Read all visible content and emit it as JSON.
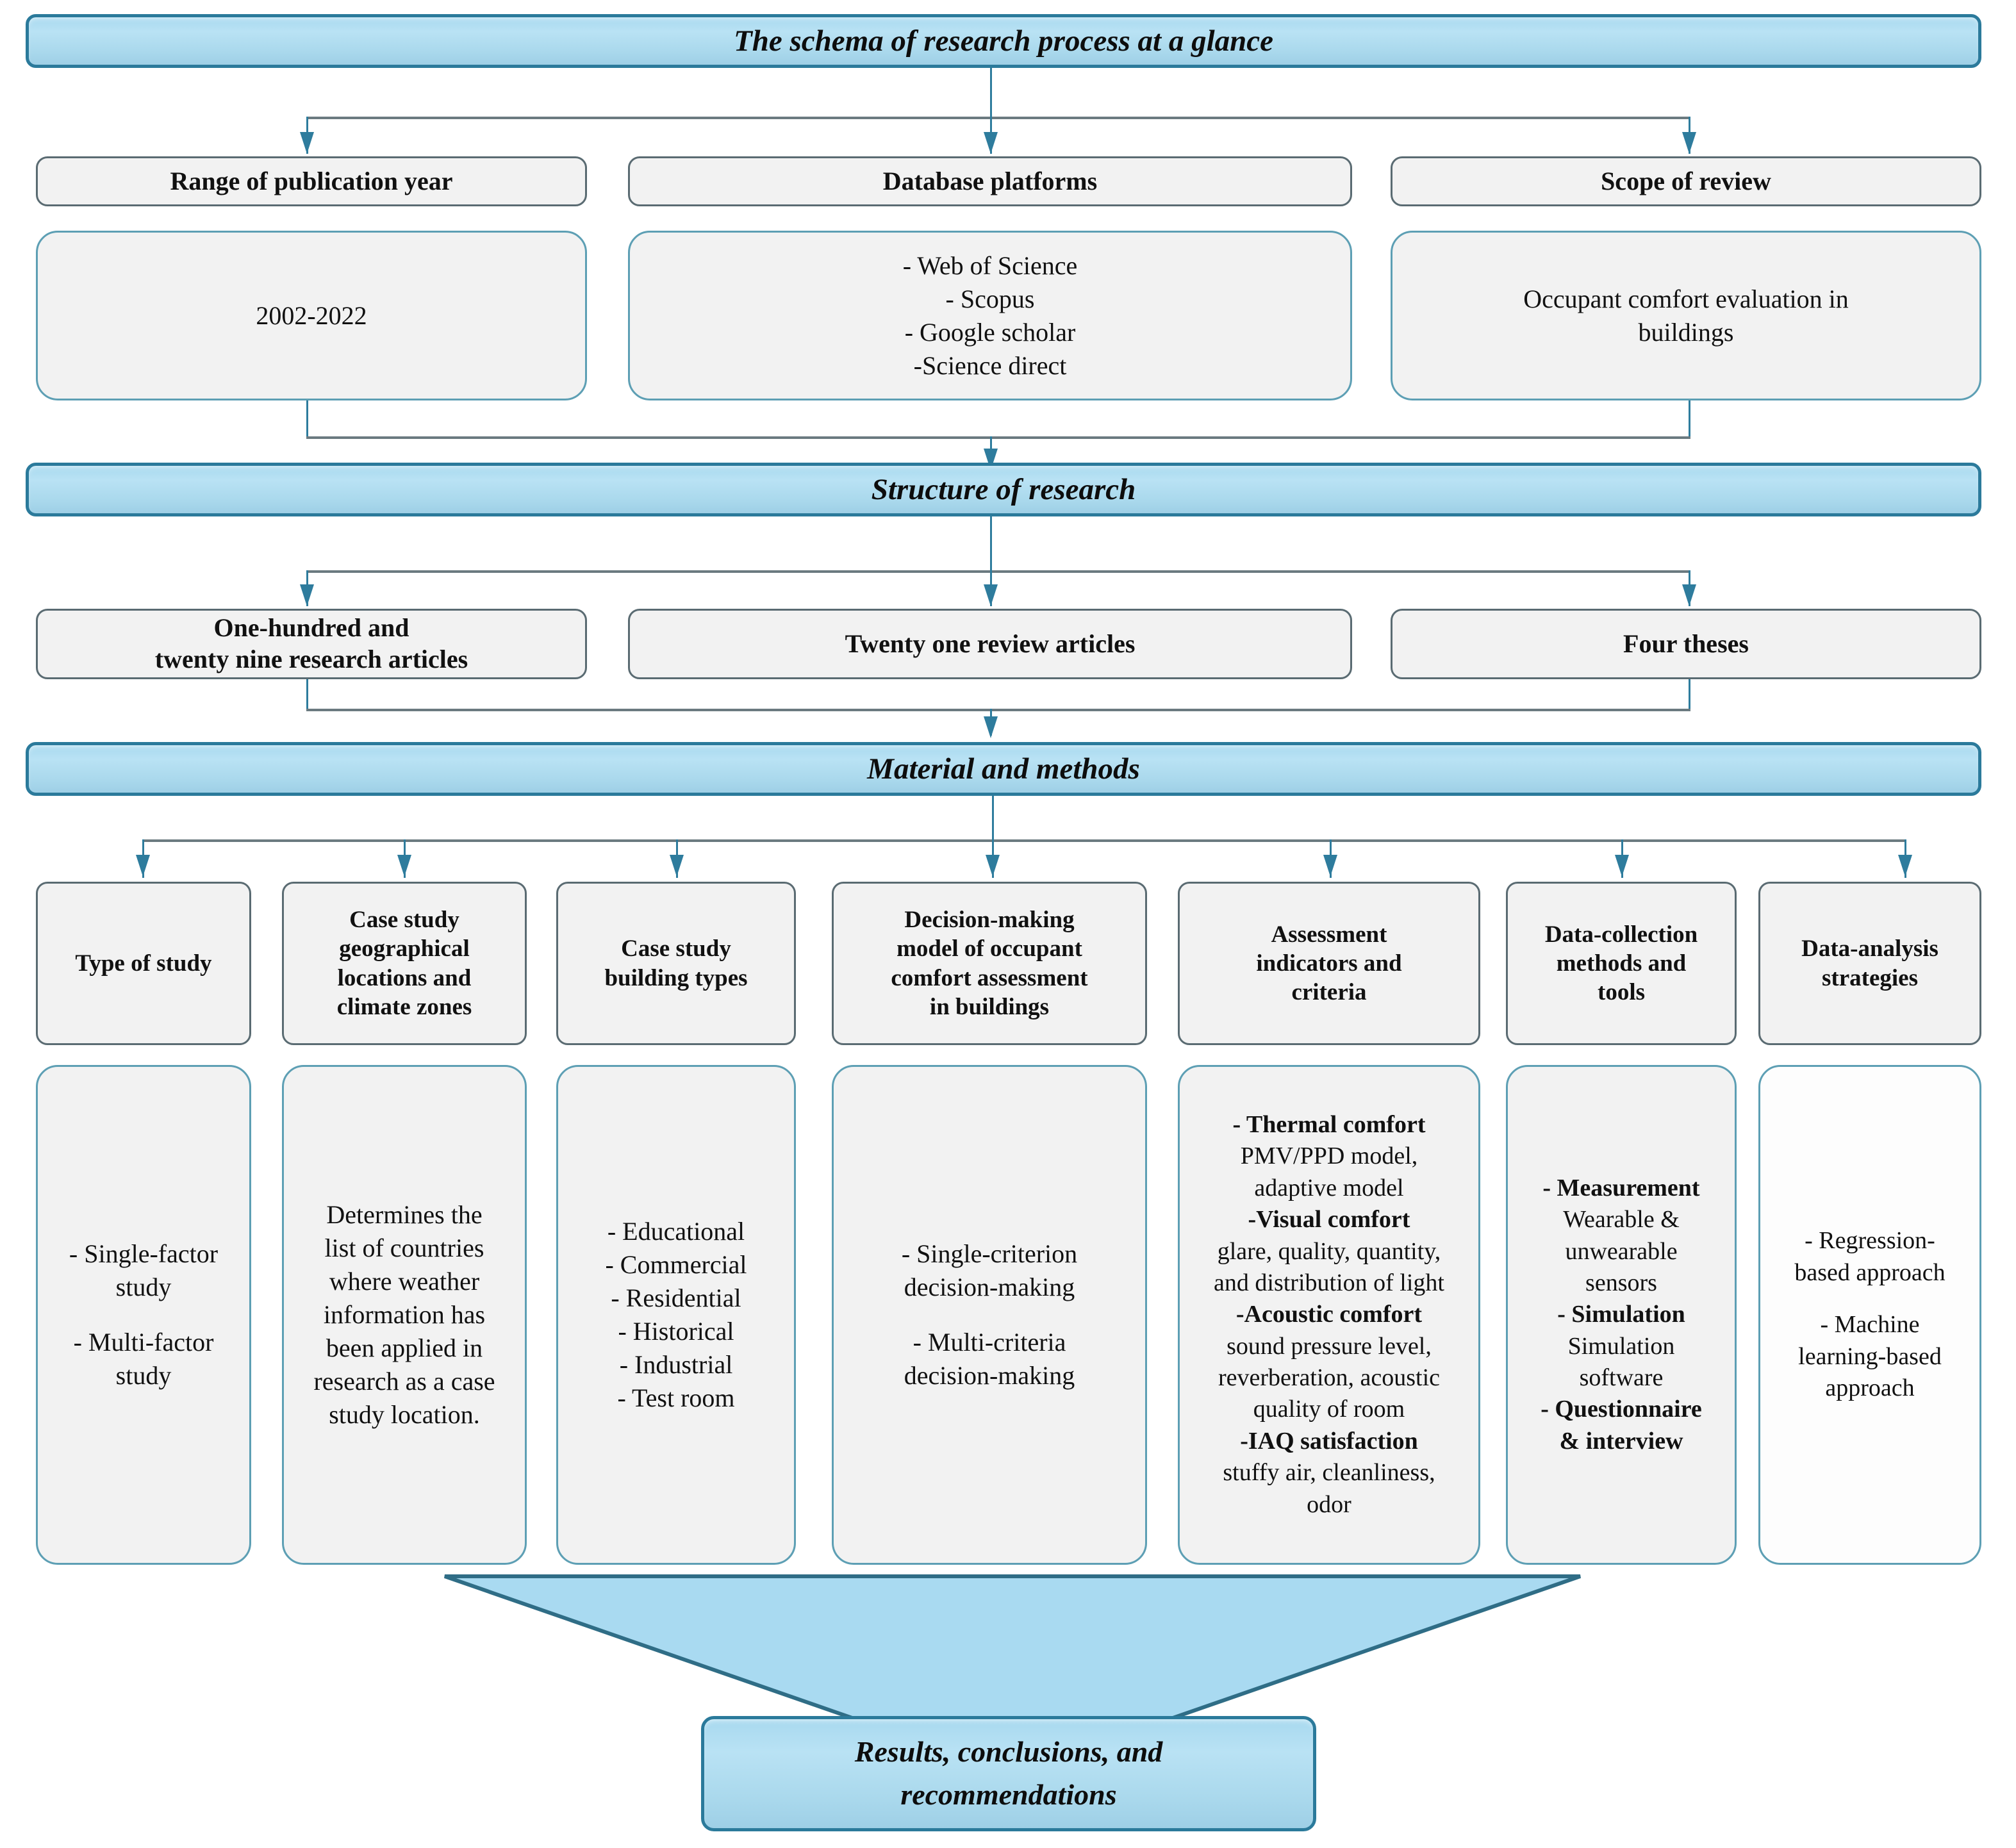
{
  "diagram": {
    "title": "The schema of research process at a glance",
    "colors": {
      "header_fill": "#a8d9ef",
      "header_border": "#2b7a9b",
      "box_fill": "#f2f2f2",
      "box_border": "#5d9fb4",
      "connector": "#2e7c9d"
    }
  },
  "level1": {
    "banner": "The schema of research process at a glance",
    "columns": [
      {
        "head": "Range of publication year",
        "body_lines": [
          "2002-2022"
        ]
      },
      {
        "head": "Database platforms",
        "body_lines": [
          "- Web of Science",
          "- Scopus",
          "- Google scholar",
          "-Science direct"
        ]
      },
      {
        "head": "Scope of review",
        "body_lines": [
          "Occupant comfort evaluation in",
          "buildings"
        ]
      }
    ]
  },
  "level2": {
    "banner": "Structure of research",
    "columns": [
      {
        "head_lines": [
          "One-hundred and",
          "twenty nine research articles"
        ]
      },
      {
        "head_lines": [
          "Twenty one review articles"
        ]
      },
      {
        "head_lines": [
          "Four theses"
        ]
      }
    ]
  },
  "level3": {
    "banner": "Material and methods",
    "columns": [
      {
        "head_lines": [
          "Type of study"
        ],
        "body": [
          {
            "bold": false,
            "text": "- Single-factor"
          },
          {
            "bold": false,
            "text": "study"
          },
          {
            "gap": true
          },
          {
            "bold": false,
            "text": "- Multi-factor"
          },
          {
            "bold": false,
            "text": "study"
          }
        ]
      },
      {
        "head_lines": [
          "Case study",
          "geographical",
          "locations and",
          "climate zones"
        ],
        "body": [
          {
            "bold": false,
            "text": "Determines the"
          },
          {
            "bold": false,
            "text": "list of countries"
          },
          {
            "bold": false,
            "text": "where weather"
          },
          {
            "bold": false,
            "text": "information has"
          },
          {
            "bold": false,
            "text": "been applied in"
          },
          {
            "bold": false,
            "text": "research as a case"
          },
          {
            "bold": false,
            "text": "study location."
          }
        ]
      },
      {
        "head_lines": [
          "Case study",
          "building types"
        ],
        "body": [
          {
            "bold": false,
            "text": "- Educational"
          },
          {
            "bold": false,
            "text": "- Commercial"
          },
          {
            "bold": false,
            "text": "- Residential"
          },
          {
            "bold": false,
            "text": "- Historical"
          },
          {
            "bold": false,
            "text": "- Industrial"
          },
          {
            "bold": false,
            "text": "- Test room"
          }
        ]
      },
      {
        "head_lines": [
          "Decision-making",
          "model of occupant",
          "comfort assessment",
          "in buildings"
        ],
        "body": [
          {
            "bold": false,
            "text": "- Single-criterion"
          },
          {
            "bold": false,
            "text": "decision-making"
          },
          {
            "gap": true
          },
          {
            "bold": false,
            "text": "- Multi-criteria"
          },
          {
            "bold": false,
            "text": "decision-making"
          }
        ]
      },
      {
        "head_lines": [
          "Assessment",
          "indicators and",
          "criteria"
        ],
        "body": [
          {
            "bold": true,
            "text": "- Thermal comfort"
          },
          {
            "bold": false,
            "text": "PMV/PPD model,"
          },
          {
            "bold": false,
            "text": "adaptive model"
          },
          {
            "bold": true,
            "text": "-Visual comfort"
          },
          {
            "bold": false,
            "text": "glare, quality, quantity,"
          },
          {
            "bold": false,
            "text": "and distribution of light"
          },
          {
            "bold": true,
            "text": "-Acoustic comfort"
          },
          {
            "bold": false,
            "text": "sound pressure level,"
          },
          {
            "bold": false,
            "text": "reverberation, acoustic"
          },
          {
            "bold": false,
            "text": "quality of room"
          },
          {
            "bold": true,
            "text": "-IAQ satisfaction"
          },
          {
            "bold": false,
            "text": "stuffy air, cleanliness,"
          },
          {
            "bold": false,
            "text": "odor"
          }
        ]
      },
      {
        "head_lines": [
          "Data-collection",
          "methods and",
          "tools"
        ],
        "body": [
          {
            "bold": true,
            "text": "- Measurement"
          },
          {
            "bold": false,
            "text": "Wearable &"
          },
          {
            "bold": false,
            "text": "unwearable"
          },
          {
            "bold": false,
            "text": "sensors"
          },
          {
            "bold": true,
            "text": "- Simulation"
          },
          {
            "bold": false,
            "text": "Simulation"
          },
          {
            "bold": false,
            "text": "software"
          },
          {
            "bold": true,
            "text": "- Questionnaire"
          },
          {
            "bold": true,
            "text": "& interview"
          }
        ]
      },
      {
        "head_lines": [
          "Data-analysis",
          "strategies"
        ],
        "body": [
          {
            "bold": false,
            "text": "- Regression-"
          },
          {
            "bold": false,
            "text": "based approach"
          },
          {
            "gap": true
          },
          {
            "bold": false,
            "text": "- Machine"
          },
          {
            "bold": false,
            "text": "learning-based"
          },
          {
            "bold": false,
            "text": "approach"
          }
        ]
      }
    ]
  },
  "outcome": {
    "lines": [
      "Results, conclusions, and",
      "recommendations"
    ]
  }
}
